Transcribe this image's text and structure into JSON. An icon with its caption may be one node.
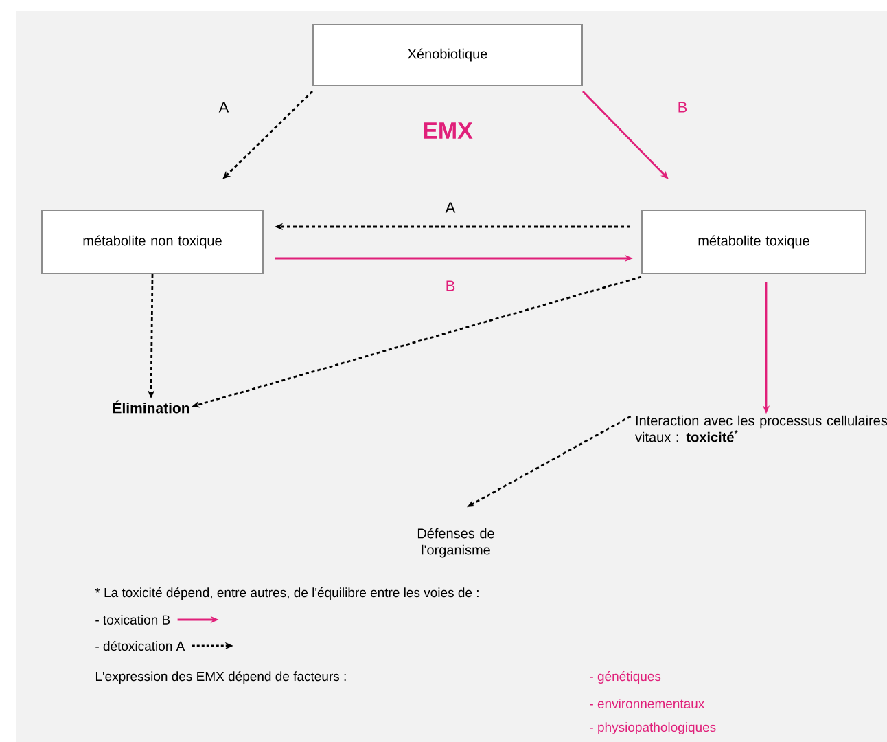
{
  "diagram": {
    "nodes": [
      {
        "text": [
          "Xénobiotique"
        ]
      },
      {
        "text": [
          "métabolite non toxique"
        ]
      },
      {
        "text": [
          "métabolite toxique"
        ]
      },
      {
        "text": [
          "Élimination"
        ]
      },
      {
        "text": [
          "Interaction avec les processus cellulaires vitaux : **toxicité**$^{*}$"
        ]
      },
      {
        "text": [
          "Défenses de l'organisme"
        ]
      }
    ],
    "edges": [
      {
        "from": 0,
        "to": 1,
        "arrow": "to",
        "label": "A",
        "style": "dashed"
      },
      {
        "from": 0,
        "to": 2,
        "arrow": "to",
        "label": "B",
        "color": "#e0207a"
      },
      {
        "from": 2,
        "to": 1,
        "arrow": "to",
        "label": "A",
        "style": "dashed"
      },
      {
        "from": 1,
        "to": 2,
        "arrow": "to",
        "label": "B",
        "color": "#e0207a"
      },
      {
        "from": 1,
        "to": 3,
        "arrow": "to",
        "style": "dashed"
      },
      {
        "from": 2,
        "to": 3,
        "arrow": "to",
        "style": "dashed"
      },
      {
        "from": 2,
        "to": 4,
        "arrow": "to",
        "color": "#e0207a"
      },
      {
        "from": 4,
        "to": 5,
        "arrow": "to",
        "style": "dashed"
      }
    ],
    "labels": [
      "EMX",
      "* La toxicité dépend, entre autres, de l'équilibre entre les voies de :",
      "L'expression des EMX dépend de facteurs :",
      "- génétiques",
      "- environnementaux",
      "- physiopathologiques"
    ],
    "legend": [
      {
        "text": "- toxication B"
      },
      {
        "text": "- détoxication A"
      }
    ]
  }
}
